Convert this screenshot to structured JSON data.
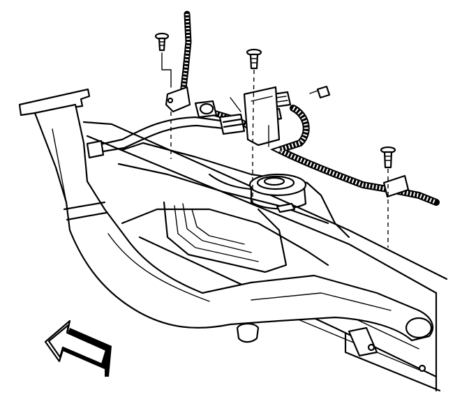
{
  "diagram": {
    "kind": "exploded-assembly-line-drawing",
    "labels": [],
    "components": [
      "exhaust-pipe",
      "fuel-tank",
      "frame-rail",
      "wiring-harness",
      "fastener-bolt",
      "harness-clip",
      "electrical-connector",
      "direction-arrow"
    ],
    "direction_arrow": {
      "points": "front-left"
    },
    "colors": {
      "ink": "#000000",
      "paper": "#ffffff"
    }
  }
}
